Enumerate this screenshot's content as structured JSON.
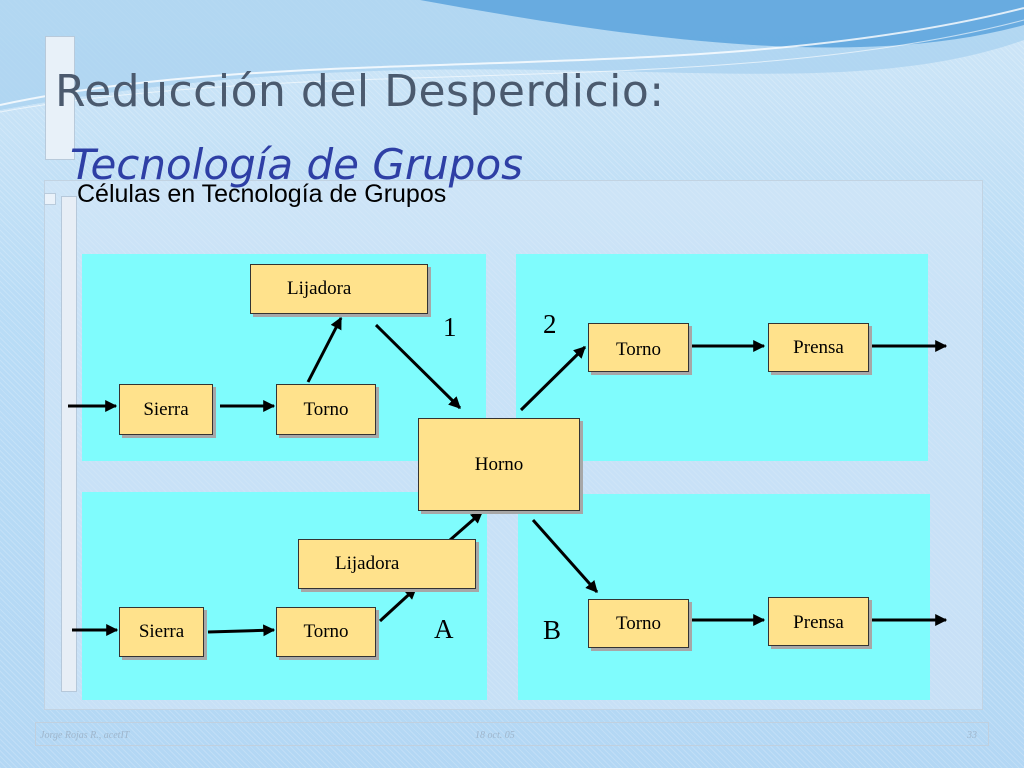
{
  "slide": {
    "title": "Reducción del Desperdicio:",
    "subtitle_italic": "Tecnología de Grupos",
    "bullet_text": "Células en Tecnología de Grupos"
  },
  "diagram": {
    "cell_labels": {
      "c1": "1",
      "c2": "2",
      "cA": "A",
      "cB": "B"
    },
    "machines": {
      "lijadora1": "Lijadora",
      "sierra1": "Sierra",
      "torno1": "Torno",
      "horno": "Horno",
      "torno2": "Torno",
      "prensa2": "Prensa",
      "lijadoraA": "Lijadora",
      "sierraA": "Sierra",
      "tornoA": "Torno",
      "tornoB": "Torno",
      "prensaB": "Prensa"
    }
  },
  "footer": {
    "author": "Jorge Rojas R., acetIT",
    "date": "18 oct. 05",
    "page": "33"
  },
  "colors": {
    "cell_fill": "#7ffcfd",
    "machine_fill": "#ffe28c",
    "title_color": "#4b5a6e",
    "subtitle_color": "#2e3fa5"
  }
}
